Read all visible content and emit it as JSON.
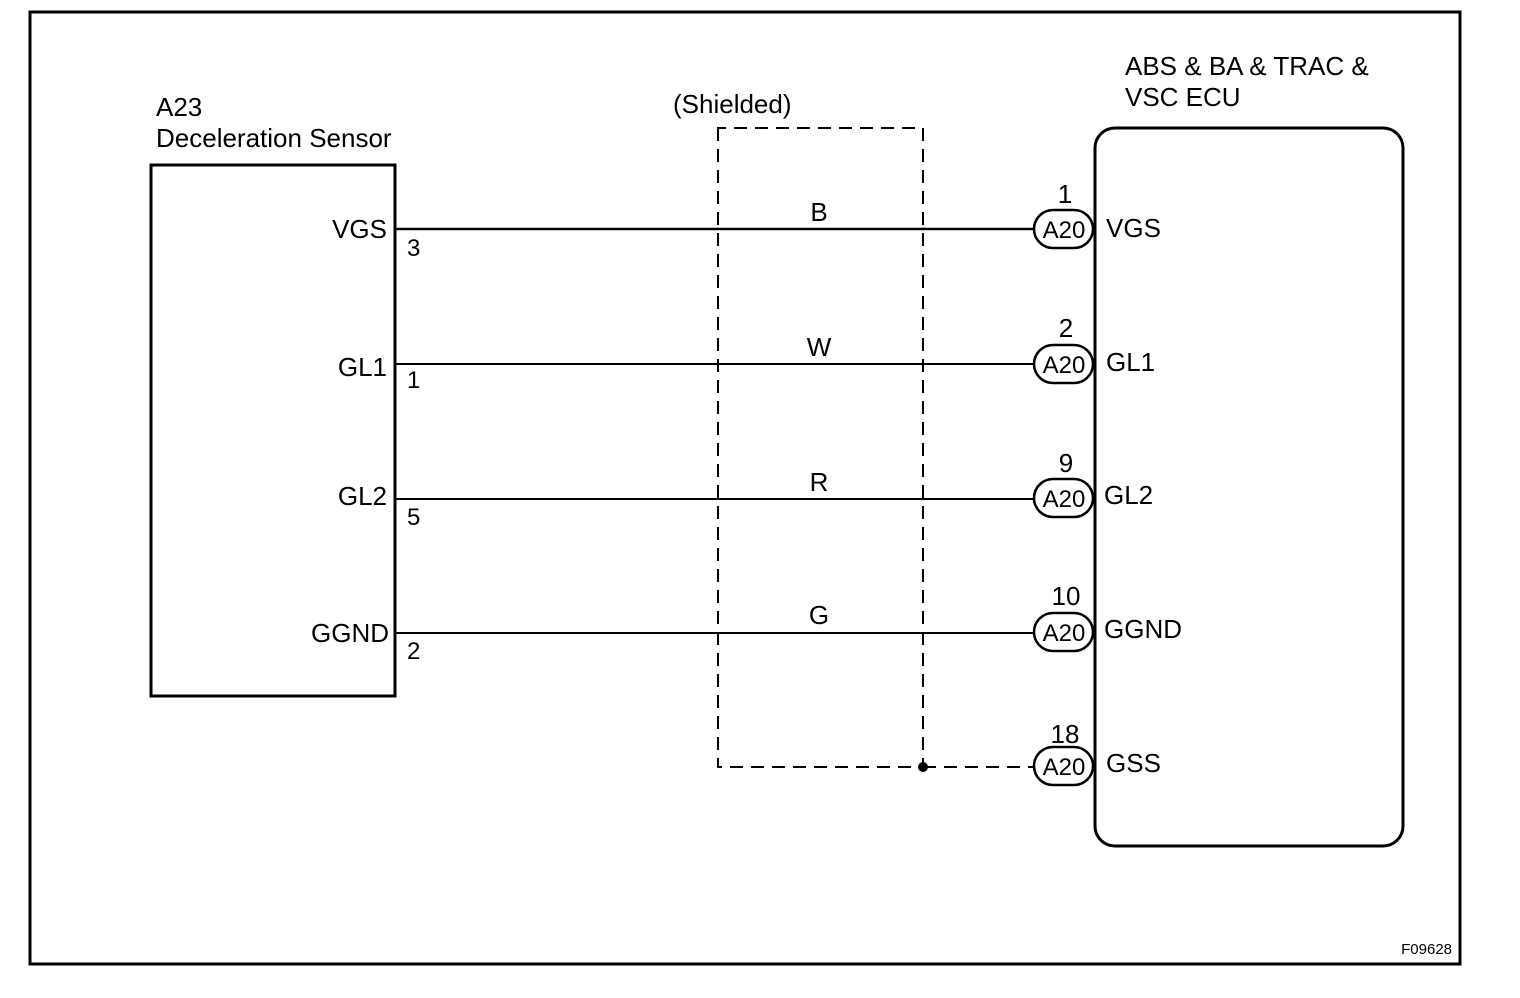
{
  "sensor": {
    "ref": "A23",
    "name": "Deceleration Sensor",
    "pins": [
      {
        "signal": "VGS",
        "number": "3"
      },
      {
        "signal": "GL1",
        "number": "1"
      },
      {
        "signal": "GL2",
        "number": "5"
      },
      {
        "signal": "GGND",
        "number": "2"
      }
    ]
  },
  "shield": {
    "label": "(Shielded)"
  },
  "wires": [
    {
      "color": "B"
    },
    {
      "color": "W"
    },
    {
      "color": "R"
    },
    {
      "color": "G"
    }
  ],
  "ecu": {
    "title_line1": "ABS & BA & TRAC &",
    "title_line2": "VSC ECU",
    "terminals": [
      {
        "pin": "1",
        "connector": "A20",
        "signal": "VGS"
      },
      {
        "pin": "2",
        "connector": "A20",
        "signal": "GL1"
      },
      {
        "pin": "9",
        "connector": "A20",
        "signal": "GL2"
      },
      {
        "pin": "10",
        "connector": "A20",
        "signal": "GGND"
      },
      {
        "pin": "18",
        "connector": "A20",
        "signal": "GSS"
      }
    ]
  },
  "figure_code": "F09628"
}
